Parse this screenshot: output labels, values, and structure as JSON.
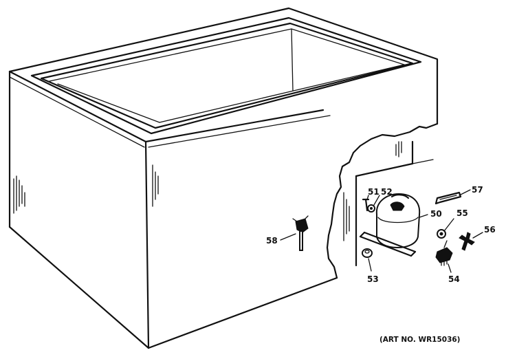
{
  "callouts": {
    "c50": "50",
    "c51": "51",
    "c52": "52",
    "c53": "53",
    "c54": "54",
    "c55": "55",
    "c56": "56",
    "c57": "57",
    "c58": "58"
  },
  "art_number": "(ART NO. WR15036)"
}
